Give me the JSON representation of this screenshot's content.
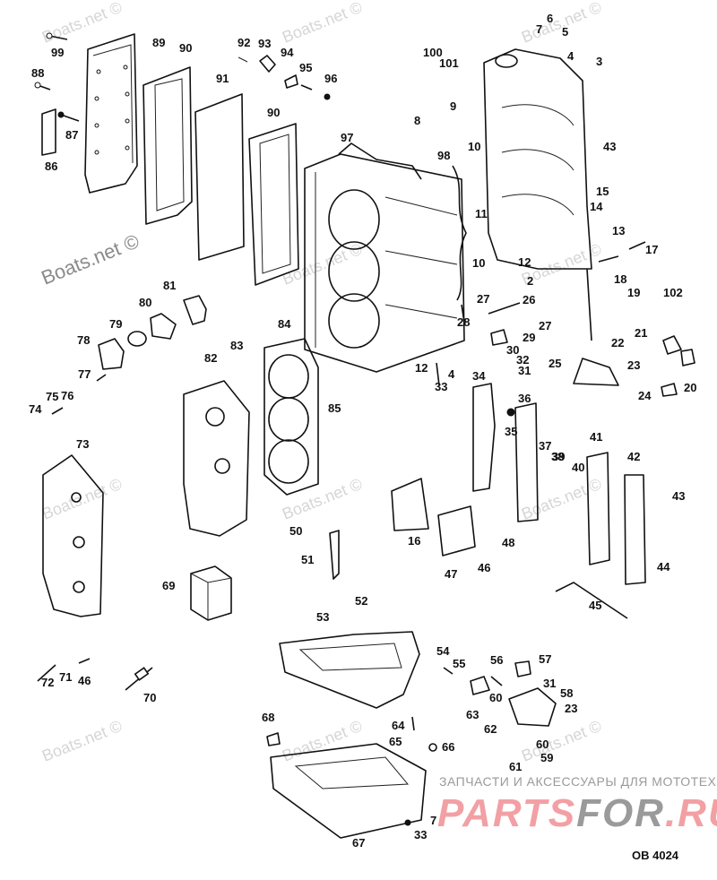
{
  "diagram": {
    "title": "Outboard powerhead exploded parts diagram",
    "drawing_code": "OB 4024",
    "watermark": "Boats.net ©",
    "promo": {
      "tagline": "ЗАПЧАСТИ И АКСЕССУАРЫ ДЛЯ МОТОТЕХНИКИ",
      "brand_part1": "PARTS",
      "brand_part2": "FOR",
      "brand_part3": ".RU",
      "colors": {
        "part1": "#f2a0a4",
        "part2": "#9a9a9a",
        "part3": "#f2a0a4"
      }
    },
    "callouts": [
      "99",
      "89",
      "90",
      "92",
      "93",
      "94",
      "95",
      "96",
      "88",
      "87",
      "86",
      "91",
      "90",
      "97",
      "100",
      "101",
      "6",
      "7",
      "5",
      "4",
      "3",
      "8",
      "9",
      "10",
      "98",
      "43",
      "15",
      "14",
      "11",
      "13",
      "17",
      "18",
      "12",
      "2",
      "19",
      "10",
      "27",
      "26",
      "28",
      "27",
      "29",
      "30",
      "32",
      "31",
      "12",
      "4",
      "33",
      "34",
      "25",
      "21",
      "22",
      "23",
      "102",
      "20",
      "24",
      "36",
      "35",
      "41",
      "37",
      "38",
      "39",
      "40",
      "42",
      "43",
      "44",
      "45",
      "46",
      "47",
      "48",
      "16",
      "50",
      "51",
      "52",
      "53",
      "81",
      "80",
      "79",
      "78",
      "77",
      "74",
      "75",
      "76",
      "83",
      "82",
      "84",
      "85",
      "73",
      "69",
      "72",
      "71",
      "46",
      "70",
      "68",
      "54",
      "55",
      "56",
      "57",
      "31",
      "58",
      "60",
      "23",
      "63",
      "62",
      "60",
      "59",
      "61",
      "64",
      "65",
      "66",
      "7",
      "33",
      "67"
    ]
  }
}
